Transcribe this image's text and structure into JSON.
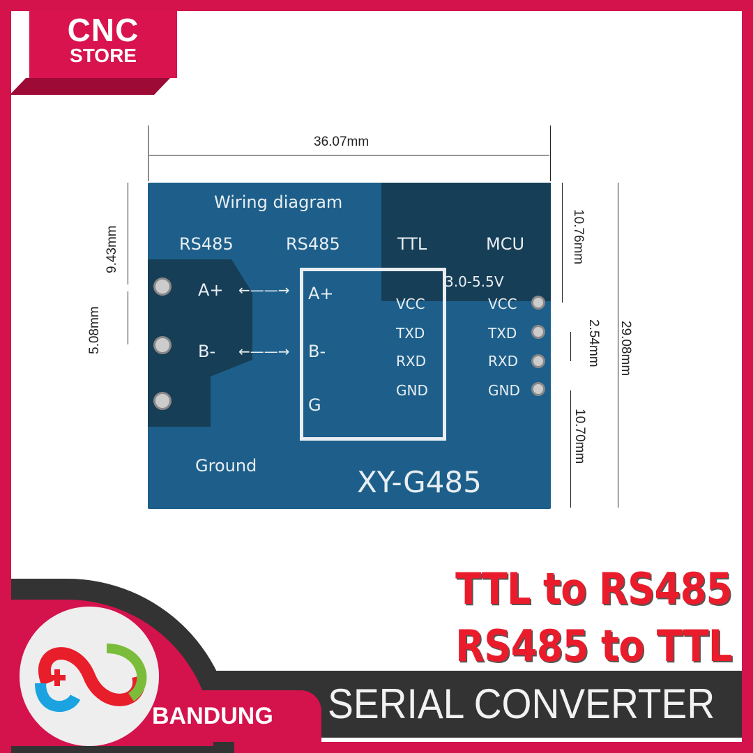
{
  "brand": {
    "line1": "CNC",
    "line2": "STORE",
    "city": "BANDUNG"
  },
  "dimensions": {
    "width": "36.07mm",
    "height": "29.08mm",
    "top_to_first_pin": "9.43mm",
    "rs485_pitch": "5.08mm",
    "ttl_top": "10.76mm",
    "ttl_pitch": "2.54mm",
    "ttl_bottom": "10.70mm"
  },
  "pcb": {
    "heading": "Wiring diagram",
    "col_rs485_left": "RS485",
    "col_rs485_right": "RS485",
    "col_ttl": "TTL",
    "col_mcu": "MCU",
    "voltage": "3.0-5.5V",
    "left_pins": [
      "A+",
      "B-"
    ],
    "inner_pins": [
      "A+",
      "B-",
      "G"
    ],
    "ttl_pins": [
      "VCC",
      "TXD",
      "RXD",
      "GND"
    ],
    "mcu_pins": [
      "VCC",
      "TXD",
      "RXD",
      "GND"
    ],
    "ground_label": "Ground",
    "model": "XY-G485"
  },
  "headline": {
    "line1": "TTL to RS485",
    "line2": "RS485 to TTL"
  },
  "product_type": "SERIAL CONVERTER"
}
